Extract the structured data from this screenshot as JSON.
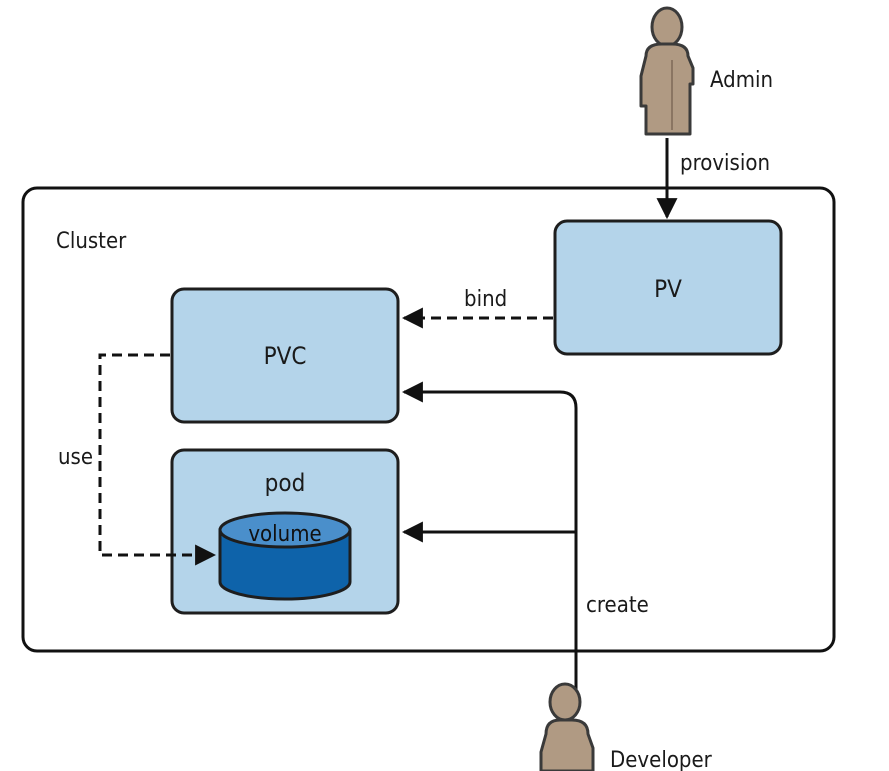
{
  "cluster": {
    "label": "Cluster"
  },
  "nodes": {
    "pv": "PV",
    "pvc": "PVC",
    "pod": "pod",
    "volume": "volume"
  },
  "actors": {
    "admin": "Admin",
    "developer": "Developer"
  },
  "edges": {
    "provision": "provision",
    "bind": "bind",
    "use": "use",
    "create": "create"
  },
  "colors": {
    "box_fill": "#b4d4ea",
    "box_stroke": "#1e1e1e",
    "volume_top": "#4a8fcb",
    "volume_body": "#0e63aa",
    "person": "#b09a83"
  }
}
